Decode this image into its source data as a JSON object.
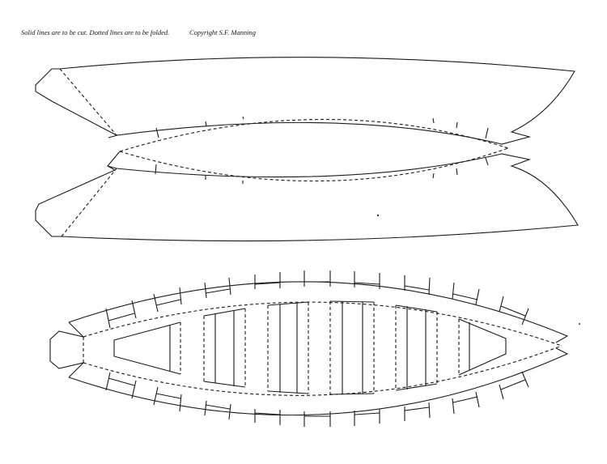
{
  "captions": {
    "instructions": "Solid lines are to be cut.  Dotted lines are to be folded.",
    "copyright": "Copyright S.F. Manning"
  },
  "legend": {
    "solid_line": "cut",
    "dotted_line": "fold"
  },
  "colors": {
    "background": "#ffffff",
    "line": "#1a1a1a"
  },
  "pieces": [
    {
      "id": "hull-sides",
      "description": "Top piece: boat hull side panels (two mirrored halves with pointed centre opening)"
    },
    {
      "id": "floor-and-seats",
      "description": "Bottom piece: boat floor with gunwale tabs and five seat/thwart cut-outs"
    }
  ]
}
